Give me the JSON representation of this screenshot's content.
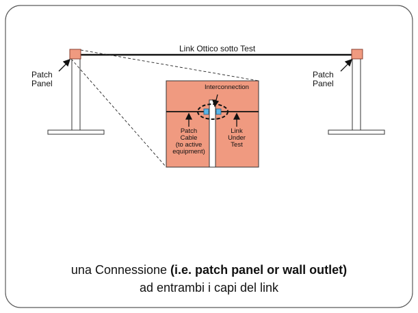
{
  "link_label": "Link Ottico sotto Test",
  "left_panel": {
    "line1": "Patch",
    "line2": "Panel"
  },
  "right_panel": {
    "line1": "Patch",
    "line2": "Panel"
  },
  "inset": {
    "interconnection": "Interconnection",
    "patch_cable": [
      "Patch",
      "Cable",
      "(to active",
      "equipment)"
    ],
    "link_under_test": [
      "Link",
      "Under",
      "Test"
    ]
  },
  "caption": {
    "line1_plain": "una Connessione",
    "line1_bold": "(i.e. patch panel or wall outlet)",
    "line2": "ad entrambi i capi del link"
  },
  "colors": {
    "panel_fill": "#f09a80",
    "panel_border": "#8a4030",
    "port_blue": "#5ab4e6"
  }
}
